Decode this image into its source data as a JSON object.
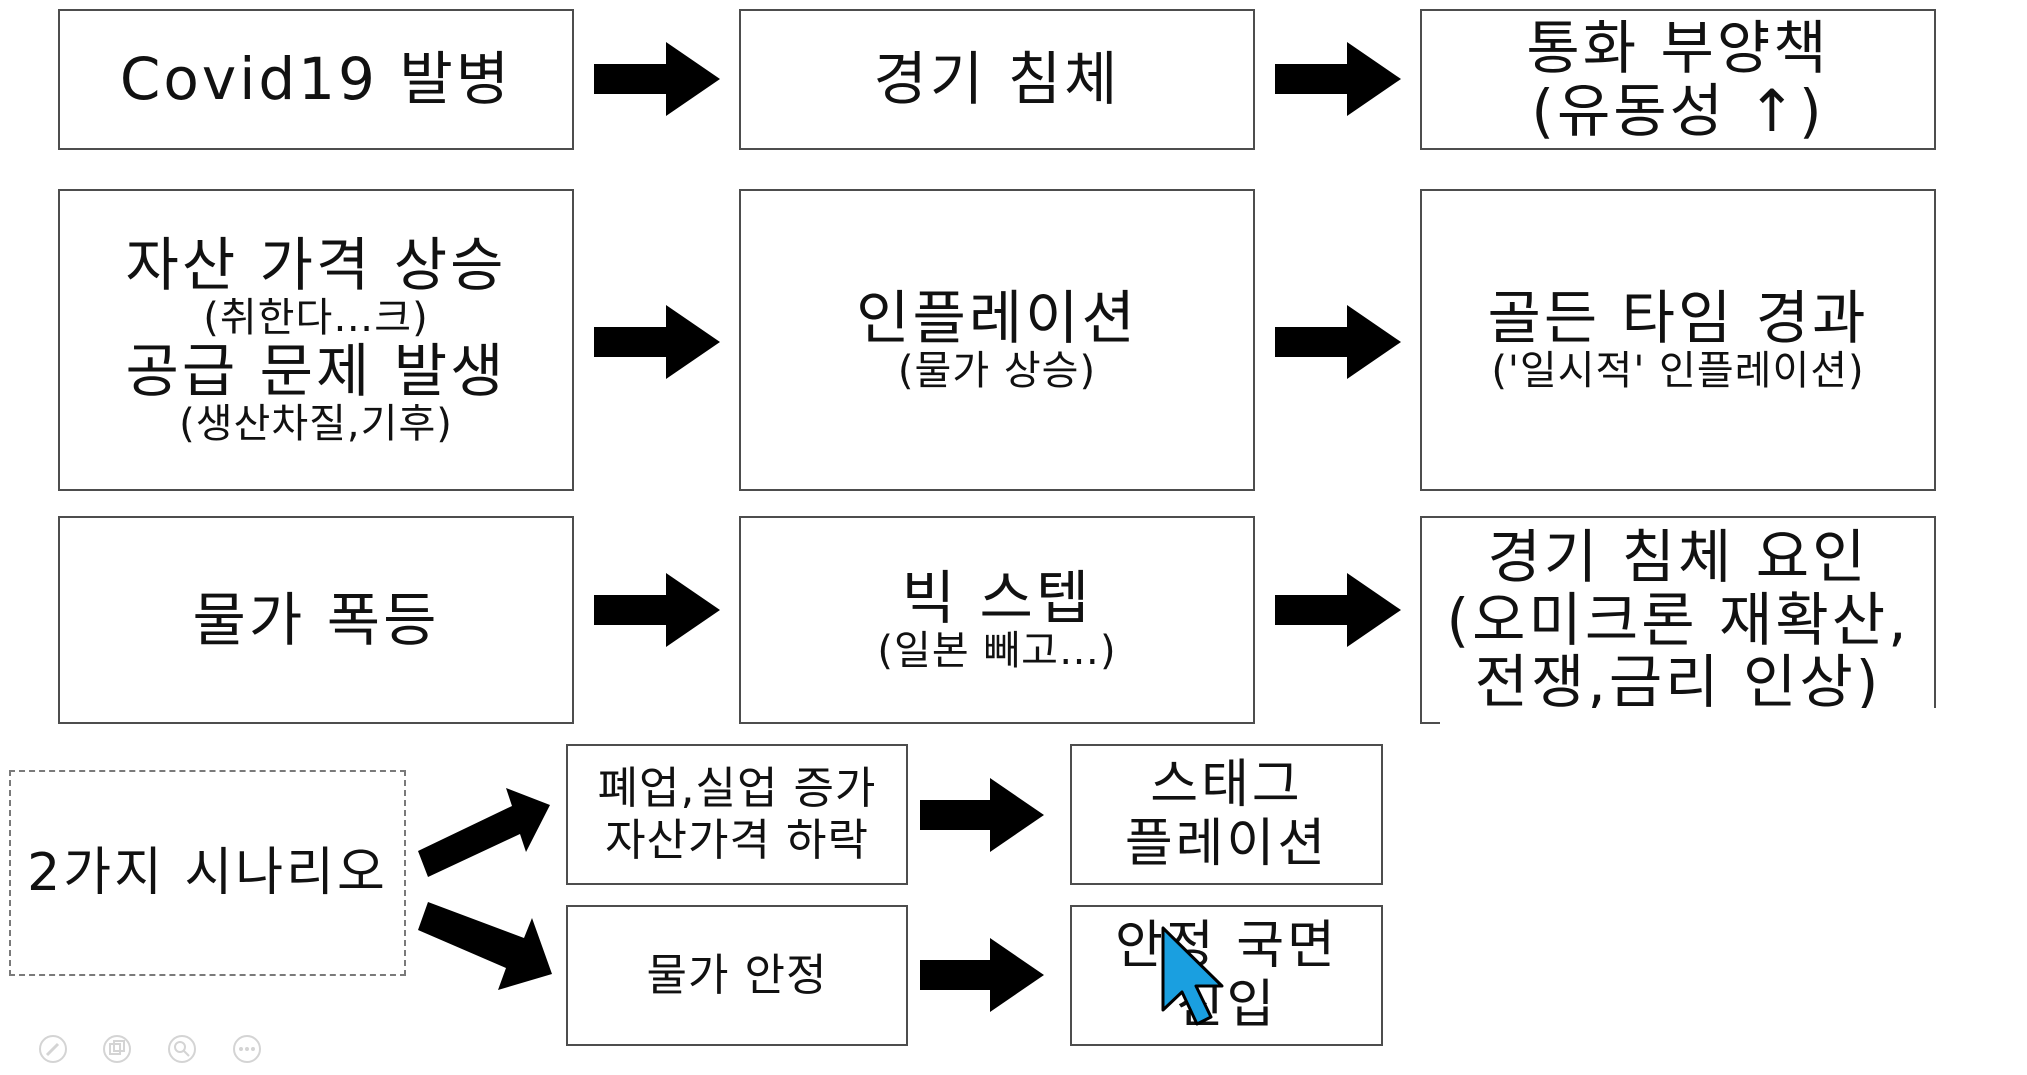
{
  "rows": [
    [
      {
        "lines": [
          {
            "text": "Covid19 발병",
            "size": "main"
          }
        ]
      },
      {
        "lines": [
          {
            "text": "경기 침체",
            "size": "main"
          }
        ]
      },
      {
        "lines": [
          {
            "text": "통화 부양책",
            "size": "main"
          },
          {
            "text": "(유동성 ↑)",
            "size": "main"
          }
        ]
      }
    ],
    [
      {
        "lines": [
          {
            "text": "자산 가격 상승",
            "size": "main"
          },
          {
            "text": "(취한다…크)",
            "size": "sub"
          },
          {
            "text": "공급 문제 발생",
            "size": "main"
          },
          {
            "text": "(생산차질,기후)",
            "size": "sub"
          }
        ]
      },
      {
        "lines": [
          {
            "text": "인플레이션",
            "size": "main"
          },
          {
            "text": "(물가 상승)",
            "size": "sub"
          }
        ]
      },
      {
        "lines": [
          {
            "text": "골든 타임 경과",
            "size": "main"
          },
          {
            "text": "('일시적' 인플레이션)",
            "size": "sub"
          }
        ]
      }
    ],
    [
      {
        "lines": [
          {
            "text": "물가 폭등",
            "size": "main"
          }
        ]
      },
      {
        "lines": [
          {
            "text": "빅 스텝",
            "size": "main"
          },
          {
            "text": "(일본 빼고…)",
            "size": "sub"
          }
        ]
      },
      {
        "lines": [
          {
            "text": "경기 침체 요인",
            "size": "main"
          },
          {
            "text": "(오미크론 재확산,",
            "size": "main"
          },
          {
            "text": "전쟁,금리 인상)",
            "size": "main"
          }
        ]
      }
    ]
  ],
  "scenario": {
    "root": "2가지 시나리오",
    "branch_top": [
      "폐업,실업 증가",
      "자산가격 하락"
    ],
    "result_top": [
      "스태그",
      "플레이션"
    ],
    "branch_bottom": "물가 안정",
    "result_bottom": [
      "안정 국면",
      "진입"
    ]
  },
  "colors": {
    "arrow": "#000000",
    "border": "#4d4d4d",
    "cursor": "#1a9fe0",
    "toolbar_icons": "#d4d4d4"
  },
  "toolbar_icons": [
    "pen-icon",
    "copy-icon",
    "zoom-icon",
    "more-icon"
  ]
}
